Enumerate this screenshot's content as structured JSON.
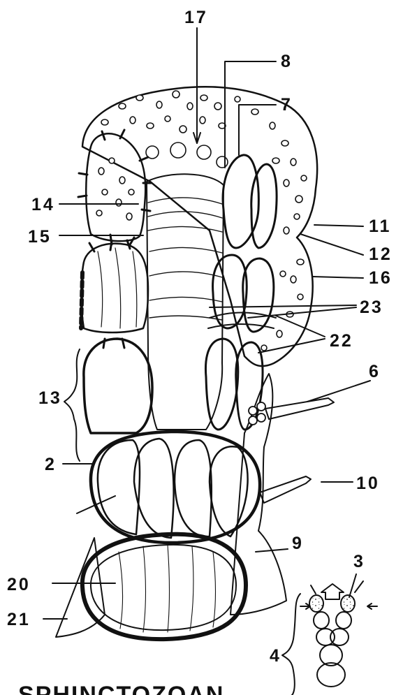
{
  "labels": {
    "l17": "17",
    "l8": "8",
    "l7": "7",
    "l14": "14",
    "l15": "15",
    "l11": "11",
    "l12": "12",
    "l16": "16",
    "l23": "23",
    "l22": "22",
    "l13": "13",
    "l6": "6",
    "l2": "2",
    "l10": "10",
    "l9": "9",
    "l3": "3",
    "l20": "20",
    "l21": "21",
    "l4": "4"
  },
  "caption": "SPHINCTOZOAN"
}
